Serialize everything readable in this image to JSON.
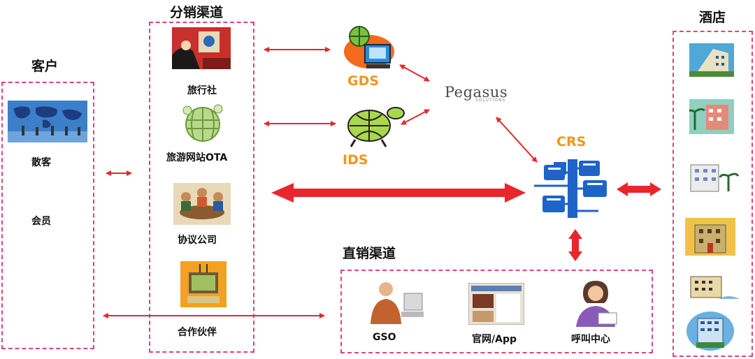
{
  "customer": {
    "title": "客户",
    "items": [
      "散客",
      "会员"
    ]
  },
  "distribution": {
    "title": "分销渠道",
    "items": [
      "旅行社",
      "旅游网站OTA",
      "协议公司",
      "合作伙伴"
    ]
  },
  "systems": {
    "gds": "GDS",
    "ids": "IDS",
    "pegasus": "Pegasus",
    "pegasus_sub": "SOLUTIONS",
    "crs": "CRS"
  },
  "direct": {
    "title": "直销渠道",
    "items": [
      "GSO",
      "官网/App",
      "呼叫中心"
    ]
  },
  "hotel": {
    "title": "酒店"
  },
  "colors": {
    "arrow": "#e8262c",
    "box_border": "#e0447a",
    "system_label": "#f0961e",
    "crs_blue": "#1f63c9"
  }
}
